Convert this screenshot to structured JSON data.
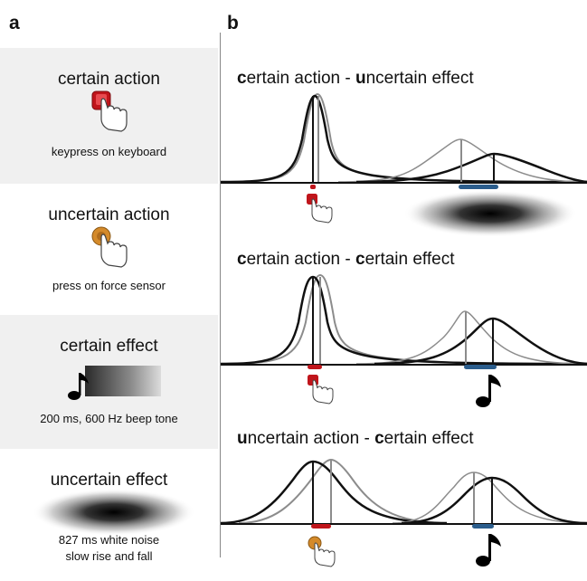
{
  "panels": {
    "a_label": "a",
    "b_label": "b"
  },
  "left_cards": [
    {
      "title": "certain action",
      "subtitle_lines": [
        "keypress on keyboard"
      ],
      "icon": "red-key-press-icon"
    },
    {
      "title": "uncertain action",
      "subtitle_lines": [
        "press on force sensor"
      ],
      "icon": "force-sensor-press-icon"
    },
    {
      "title": "certain effect",
      "subtitle_lines": [
        "200 ms, 600 Hz beep tone"
      ],
      "icon": "beep-tone-icon"
    },
    {
      "title": "uncertain effect",
      "subtitle_lines": [
        "827 ms white noise",
        "slow rise and fall"
      ],
      "icon": "white-noise-icon"
    }
  ],
  "rows": [
    {
      "title_a_bold": "c",
      "title_a": "ertain action - ",
      "title_b_bold": "u",
      "title_b": "ncertain effect",
      "action_icon": "red-key-press-icon",
      "effect_icon": "white-noise-icon"
    },
    {
      "title_a_bold": "c",
      "title_a": "ertain action - ",
      "title_b_bold": "c",
      "title_b": "ertain effect",
      "action_icon": "red-key-press-icon",
      "effect_icon": "music-note-icon"
    },
    {
      "title_a_bold": "u",
      "title_a": "ncertain action - ",
      "title_b_bold": "c",
      "title_b": "ertain effect",
      "action_icon": "force-sensor-press-icon",
      "effect_icon": "music-note-icon"
    }
  ],
  "colors": {
    "black_curve": "#111111",
    "gray_curve": "#8c8c8c",
    "action_marker": "#c0151b",
    "effect_marker": "#2b5d8c",
    "shaded_bg": "#f0f0f0"
  }
}
